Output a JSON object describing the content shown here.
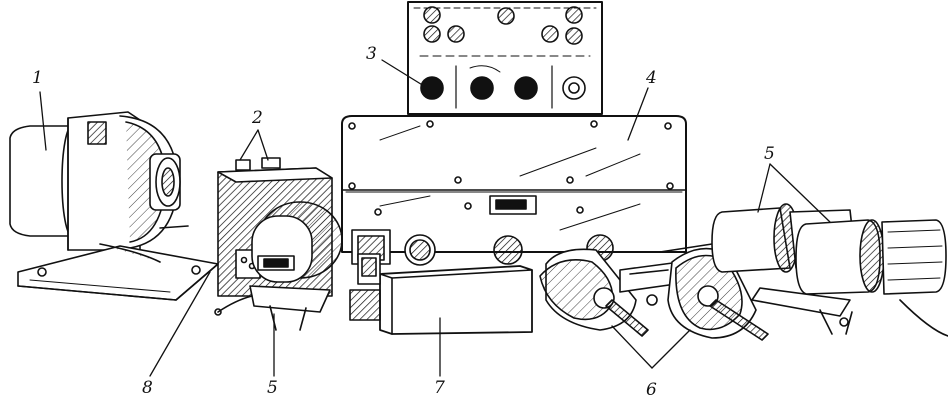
{
  "figure": {
    "callouts": [
      {
        "id": "label-1",
        "text": "1"
      },
      {
        "id": "label-2",
        "text": "2"
      },
      {
        "id": "label-3",
        "text": "3"
      },
      {
        "id": "label-4",
        "text": "4"
      },
      {
        "id": "label-5-right",
        "text": "5"
      },
      {
        "id": "label-5-bottom",
        "text": "5"
      },
      {
        "id": "label-6",
        "text": "6"
      },
      {
        "id": "label-7",
        "text": "7"
      },
      {
        "id": "label-8",
        "text": "8"
      }
    ],
    "ink_color": "#111111",
    "paper_color": "#ffffff"
  }
}
